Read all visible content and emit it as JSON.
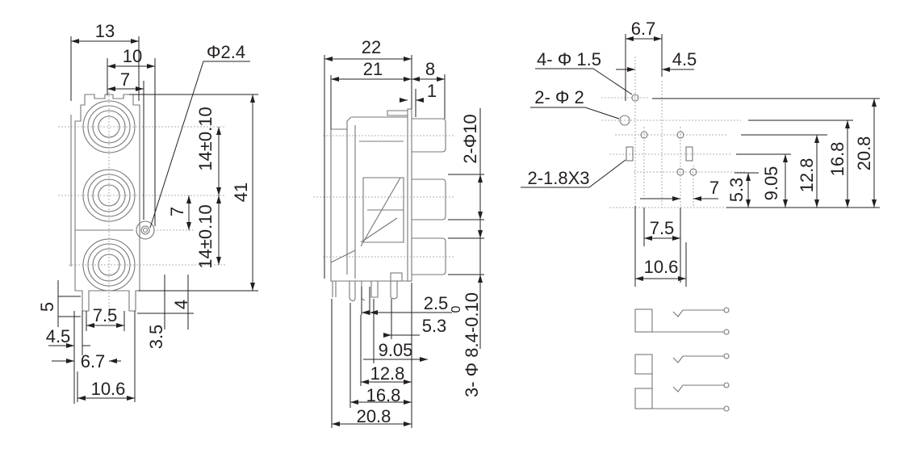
{
  "front_view": {
    "dims": {
      "w13": "13",
      "w10": "10",
      "w7": "7",
      "hole": "Φ2.4",
      "pitch1": "14±0.10",
      "pitch2": "14±0.10",
      "offset7": "7",
      "h41": "41",
      "pin5": "5",
      "pin4": "4",
      "pin35": "3.5",
      "pin75": "7.5",
      "pin45": "4.5",
      "pin67": "6.7",
      "pin106": "10.6"
    }
  },
  "side_view": {
    "dims": {
      "d22": "22",
      "d21": "21",
      "d8": "8",
      "d1": "1",
      "barrel10": "2-Φ10",
      "barrel84": "3- Φ 8.4-0.10",
      "tol0": "0",
      "p25": "2.5",
      "p53": "5.3",
      "p905": "9.05",
      "p128": "12.8",
      "p168": "16.8",
      "p208": "20.8"
    }
  },
  "pcb_layout": {
    "dims": {
      "d67": "6.7",
      "d45": "4.5",
      "holes15": "4- Φ 1.5",
      "holes2": "2- Φ 2",
      "slots": "2-1.8X3",
      "v53": "5.3",
      "v905": "9.05",
      "v128": "12.8",
      "v168": "16.8",
      "v208": "20.8",
      "h7": "7",
      "h75": "7.5",
      "h106": "10.6"
    }
  },
  "schematic": {}
}
